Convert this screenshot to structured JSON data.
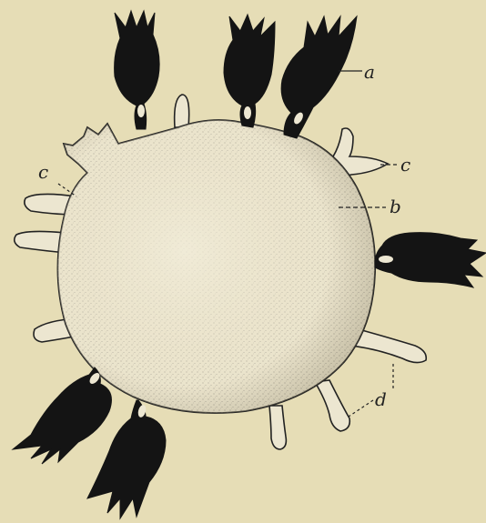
{
  "figure": {
    "background_color": "#e6ddb6",
    "ink_color": "#141414",
    "cell_fill": "#ece6d0",
    "labels": {
      "a": "a",
      "b": "b",
      "c_right": "c",
      "c_left": "c",
      "d": "d"
    }
  }
}
